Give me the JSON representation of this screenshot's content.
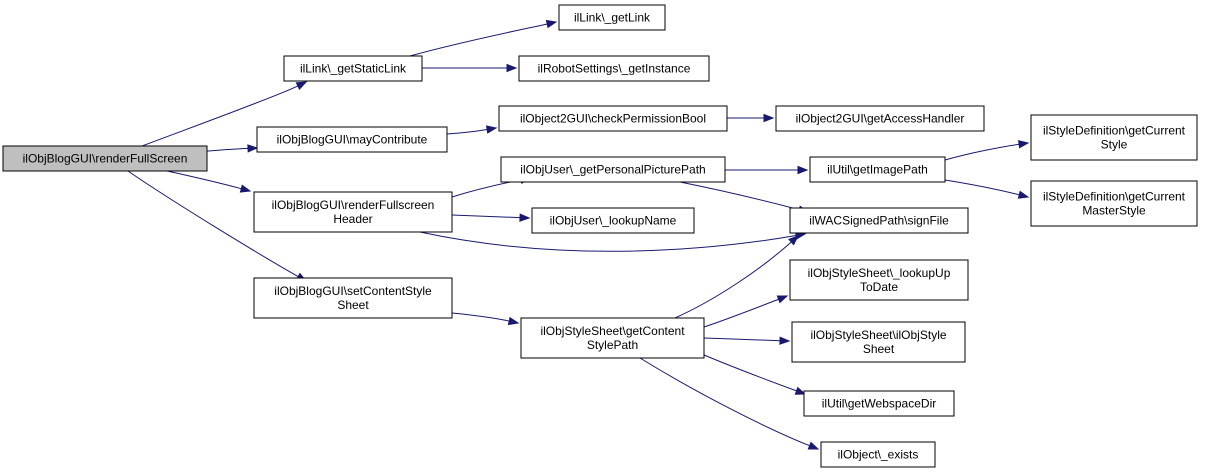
{
  "diagram": {
    "colors": {
      "edge": "#191970",
      "root_fill": "#bfbfbf",
      "node_fill": "#ffffff",
      "node_border": "#000000"
    },
    "nodes": [
      {
        "id": "n0",
        "lines": [
          "ilObjBlogGUI\\renderFullScreen"
        ],
        "root": true
      },
      {
        "id": "n1",
        "lines": [
          "ilLink\\_getStaticLink"
        ]
      },
      {
        "id": "n2",
        "lines": [
          "ilLink\\_getLink"
        ]
      },
      {
        "id": "n3",
        "lines": [
          "ilRobotSettings\\_getInstance"
        ]
      },
      {
        "id": "n4",
        "lines": [
          "ilObjBlogGUI\\mayContribute"
        ]
      },
      {
        "id": "n5",
        "lines": [
          "ilObject2GUI\\checkPermissionBool"
        ]
      },
      {
        "id": "n6",
        "lines": [
          "ilObject2GUI\\getAccessHandler"
        ]
      },
      {
        "id": "n7",
        "lines": [
          "ilObjBlogGUI\\renderFullscreen",
          "Header"
        ]
      },
      {
        "id": "n8",
        "lines": [
          "ilObjUser\\_getPersonalPicturePath"
        ]
      },
      {
        "id": "n9",
        "lines": [
          "ilUtil\\getImagePath"
        ]
      },
      {
        "id": "n10",
        "lines": [
          "ilStyleDefinition\\getCurrent",
          "Style"
        ]
      },
      {
        "id": "n11",
        "lines": [
          "ilStyleDefinition\\getCurrent",
          "MasterStyle"
        ]
      },
      {
        "id": "n12",
        "lines": [
          "ilWACSignedPath\\signFile"
        ]
      },
      {
        "id": "n13",
        "lines": [
          "ilObjUser\\_lookupName"
        ]
      },
      {
        "id": "n14",
        "lines": [
          "ilObjBlogGUI\\setContentStyle",
          "Sheet"
        ]
      },
      {
        "id": "n15",
        "lines": [
          "ilObjStyleSheet\\getContent",
          "StylePath"
        ]
      },
      {
        "id": "n16",
        "lines": [
          "ilObjStyleSheet\\_lookupUp",
          "ToDate"
        ]
      },
      {
        "id": "n17",
        "lines": [
          "ilObjStyleSheet\\ilObjStyle",
          "Sheet"
        ]
      },
      {
        "id": "n18",
        "lines": [
          "ilUtil\\getWebspaceDir"
        ]
      },
      {
        "id": "n19",
        "lines": [
          "ilObject\\_exists"
        ]
      }
    ],
    "edges": [
      {
        "from": "n0",
        "to": "n1"
      },
      {
        "from": "n0",
        "to": "n4"
      },
      {
        "from": "n0",
        "to": "n7"
      },
      {
        "from": "n0",
        "to": "n14"
      },
      {
        "from": "n1",
        "to": "n2"
      },
      {
        "from": "n1",
        "to": "n3"
      },
      {
        "from": "n4",
        "to": "n5"
      },
      {
        "from": "n5",
        "to": "n6"
      },
      {
        "from": "n7",
        "to": "n8"
      },
      {
        "from": "n7",
        "to": "n13"
      },
      {
        "from": "n7",
        "to": "n12"
      },
      {
        "from": "n8",
        "to": "n9"
      },
      {
        "from": "n8",
        "to": "n12"
      },
      {
        "from": "n9",
        "to": "n10"
      },
      {
        "from": "n9",
        "to": "n11"
      },
      {
        "from": "n14",
        "to": "n15"
      },
      {
        "from": "n15",
        "to": "n12"
      },
      {
        "from": "n15",
        "to": "n16"
      },
      {
        "from": "n15",
        "to": "n17"
      },
      {
        "from": "n15",
        "to": "n18"
      },
      {
        "from": "n15",
        "to": "n19"
      }
    ]
  }
}
